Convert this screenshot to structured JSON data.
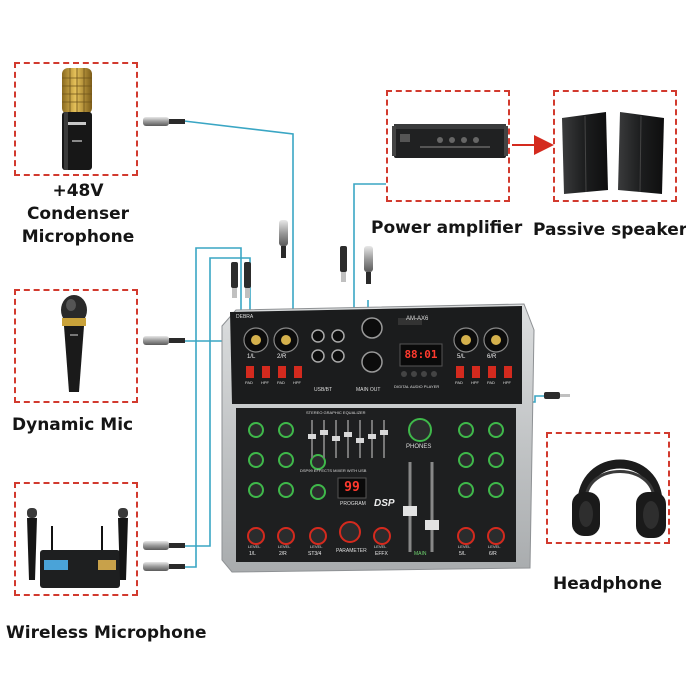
{
  "devices": {
    "condenser_mic": {
      "label_lines": [
        "+48V",
        "Condenser",
        "Microphone"
      ]
    },
    "dynamic_mic": {
      "label": "Dynamic Mic"
    },
    "wireless_mic": {
      "label": "Wireless Microphone"
    },
    "power_amp": {
      "label": "Power amplifier"
    },
    "passive_speaker": {
      "label": "Passive speaker"
    },
    "headphone": {
      "label": "Headphone"
    }
  },
  "mixer": {
    "model_label": "AM-AX6",
    "display_value": "88:01",
    "effects_display": "99",
    "panel_texts": {
      "top_left_logo": "DEBRA",
      "main_out": "MAIN OUT",
      "phones": "PHONES",
      "usb_bt": "USB/BT",
      "player": "DIGITAL AUDIO PLAYER",
      "eq_title": "STEREO GRAPHIC EQUALIZER",
      "dsp_line": "DSP99 EFFECTS MIXER WITH USB",
      "program": "PROGRAM",
      "parameter": "PARAMETER",
      "dsp_logo": "DSP",
      "main_fader": "MAIN"
    },
    "channels_top": [
      "1/L",
      "2/R",
      "5/L",
      "6/R"
    ],
    "channels_bottom": [
      "1/L",
      "2/R",
      "ST3/4",
      "5/L",
      "6/R"
    ],
    "switch_labels": [
      "PAD",
      "HPF",
      "PAD",
      "HPF",
      "PAD",
      "HPF",
      "PAD",
      "HPF"
    ],
    "level_label": "LEVEL",
    "effx_label": "EFFX"
  },
  "colors": {
    "dash": "#d23a2e",
    "cable": "#3aa6c4",
    "arrow": "#d42a1e",
    "panel_dark": "#1b1c1d",
    "mixer_body": "#c9cbcd",
    "gold": "#c9a23a"
  }
}
